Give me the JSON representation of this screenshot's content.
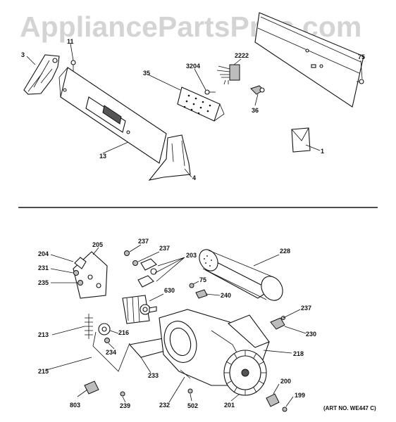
{
  "watermark": "AppliancePartsPros.com",
  "art_number": "(ART NO. WE447 C)",
  "callouts": {
    "c3": "3",
    "c11": "11",
    "c35": "35",
    "c3204": "3204",
    "c2222": "2222",
    "c75a": "75",
    "c36": "36",
    "c13": "13",
    "c4": "4",
    "c1": "1",
    "c205": "205",
    "c204": "204",
    "c231": "231",
    "c235": "235",
    "c237a": "237",
    "c237b": "237",
    "c203": "203",
    "c228": "228",
    "c630": "630",
    "c75b": "75",
    "c240": "240",
    "c237c": "237",
    "c213": "213",
    "c216": "216",
    "c234": "234",
    "c230": "230",
    "c218": "218",
    "c215": "215",
    "c233": "233",
    "c200": "200",
    "c199": "199",
    "c803": "803",
    "c239": "239",
    "c232": "232",
    "c502": "502",
    "c201": "201"
  }
}
